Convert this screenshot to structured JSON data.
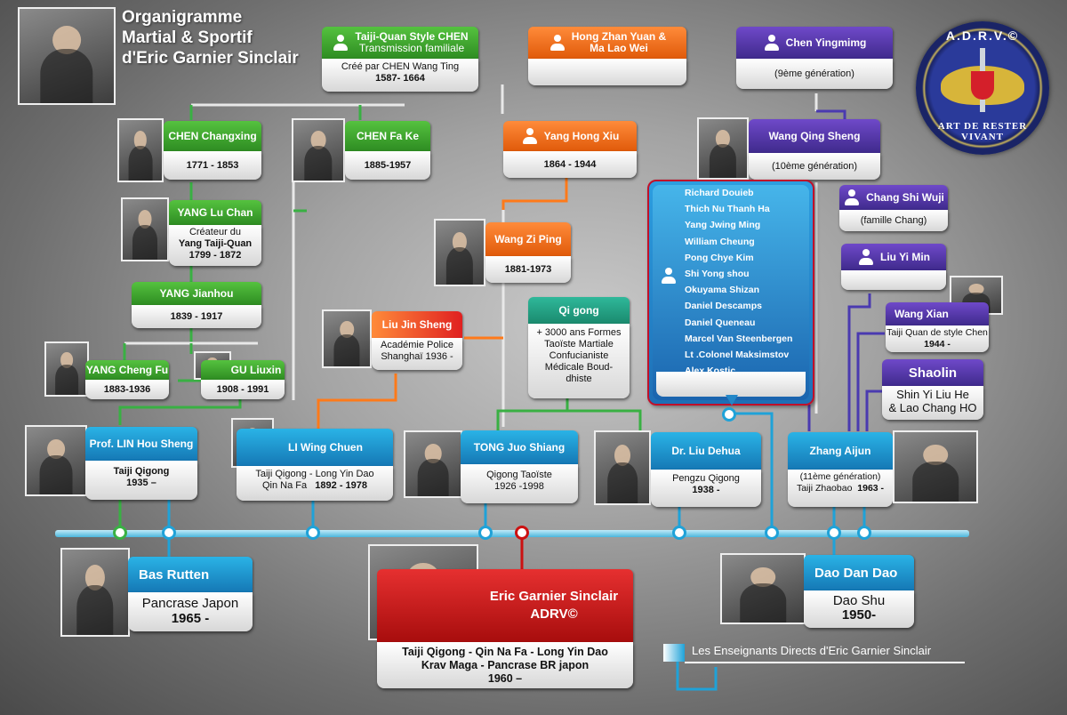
{
  "title": {
    "line1": "Organigramme",
    "line2": "Martial & Sportif",
    "line3": "d'Eric Garnier Sinclair"
  },
  "logo": {
    "top": "A.D.R.V.©",
    "bottom": "ART DE RESTER VIVANT"
  },
  "legend": "Les Enseignants Directs d'Eric Garnier Sinclair",
  "cards": {
    "chen_style": {
      "title1": "Taiji-Quan Style CHEN",
      "title2": "Transmission familiale",
      "body1": "Créé par CHEN Wang Ting",
      "body2": "1587- 1664"
    },
    "hong_zhan": {
      "title1": "Hong Zhan Yuan &",
      "title2": "Ma Lao Wei"
    },
    "chen_ying": {
      "title": "Chen Yingmimg",
      "body": "(9ème génération)"
    },
    "chen_changxing": {
      "title": "CHEN Changxing",
      "body": "1771 - 1853"
    },
    "chen_fake": {
      "title": "CHEN Fa Ke",
      "body": "1885-1957"
    },
    "yang_hong_xiu": {
      "title": "Yang Hong Xiu",
      "body": "1864 - 1944"
    },
    "wang_qing": {
      "title": "Wang Qing Sheng",
      "body": "(10ème génération)"
    },
    "yang_luchan": {
      "title": "YANG Lu Chan",
      "body1": "Créateur du",
      "body2": "Yang Taiji-Quan",
      "body3": "1799 - 1872"
    },
    "wang_ziping": {
      "title": "Wang Zi Ping",
      "body": "1881-1973"
    },
    "chang_shi": {
      "title": "Chang Shi Wuji",
      "body": "(famille Chang)"
    },
    "liu_yimin": {
      "title": "Liu Yi Min"
    },
    "yang_jianhou": {
      "title": "YANG Jianhou",
      "body": "1839 - 1917"
    },
    "liu_jin": {
      "title": "Liu Jin Sheng",
      "body1": "Académie Police",
      "body2": "Shanghaï  1936 -"
    },
    "qigong": {
      "title": "Qi gong",
      "body1": "+ 3000 ans Formes",
      "body2": "Taoïste Martiale",
      "body3": "Confucianiste",
      "body4": "Médicale Boud-",
      "body5": "dhiste"
    },
    "wang_xian": {
      "title": "Wang Xian",
      "body1": "Taiji Quan de style Chen",
      "body2": "1944 -"
    },
    "yang_chengfu": {
      "title": "YANG Cheng Fu",
      "body": "1883-1936"
    },
    "gu_liuxin": {
      "title": "GU Liuxin",
      "body": "1908 - 1991"
    },
    "shaolin": {
      "title": "Shaolin",
      "body1": "Shin Yi Liu He",
      "body2": "& Lao Chang HO"
    },
    "lin_housheng": {
      "title": "Prof. LIN Hou Sheng",
      "body1": "Taiji Qigong",
      "body2": "1935 –"
    },
    "li_wingchuen": {
      "title": "LI Wing Chuen",
      "body1": "Taiji Qigong - Long Yin Dao",
      "body2": "Qin Na Fa",
      "body3": "1892 - 1978"
    },
    "tong_juo": {
      "title": "TONG Juo Shiang",
      "body1": "Qigong Taoïste",
      "body2": "1926 -1998"
    },
    "liu_dehua": {
      "title": "Dr. Liu Dehua",
      "body1": "Pengzu Qigong",
      "body2": "1938 -"
    },
    "zhang_aijun": {
      "title": "Zhang Aijun",
      "body1": "(11ème génération)",
      "body2": "Taiji Zhaobao",
      "body3": "1963 -"
    },
    "bas_rutten": {
      "title": "Bas Rutten",
      "body1": "Pancrase Japon",
      "body2": "1965 -"
    },
    "eric": {
      "title1": "Eric Garnier  Sinclair",
      "title2": "ADRV©",
      "body1": "Taiji Qigong - Qin Na Fa - Long Yin Dao",
      "body2": "Krav Maga - Pancrase BR japon",
      "body3": "1960 –"
    },
    "dao_dan": {
      "title": "Dao Dan Dao",
      "body1": "Dao Shu",
      "body2": "1950-"
    }
  },
  "masters_list": [
    "Richard Douieb",
    "Thich Nu Thanh Ha",
    "Yang Jwing Ming",
    "William Cheung",
    "Pong Chye Kim",
    "Shi Yong shou",
    "Okuyama Shizan",
    "Daniel Descamps",
    "Daniel Queneau",
    "Marcel Van Steenbergen",
    "Lt .Colonel Maksimstov",
    "Alex Kostic"
  ]
}
